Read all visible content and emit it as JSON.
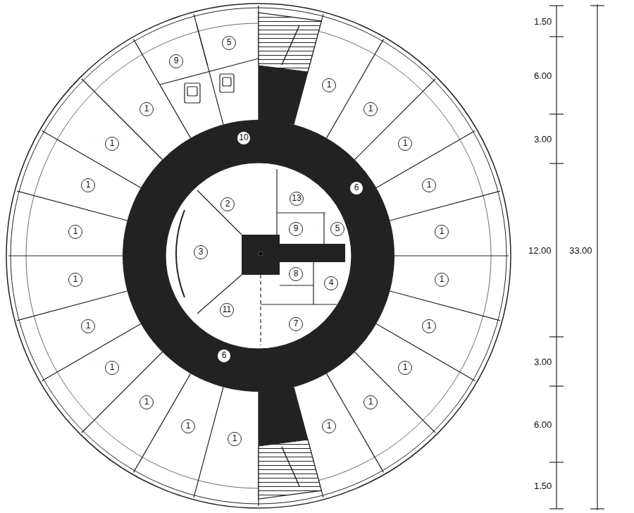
{
  "diagram": {
    "labels": [
      "5",
      "9",
      "1",
      "1",
      "1",
      "1",
      "1",
      "1",
      "1",
      "1",
      "1",
      "1",
      "1",
      "1",
      "1",
      "1",
      "1",
      "1",
      "1",
      "1",
      "1",
      "1",
      "10",
      "2",
      "13",
      "6",
      "9",
      "5",
      "3",
      "8",
      "4",
      "11",
      "7",
      "6",
      "1.50",
      "6.00",
      "3.00",
      "12.00",
      "33.00",
      "3.00",
      "6.00",
      "1.50"
    ]
  }
}
